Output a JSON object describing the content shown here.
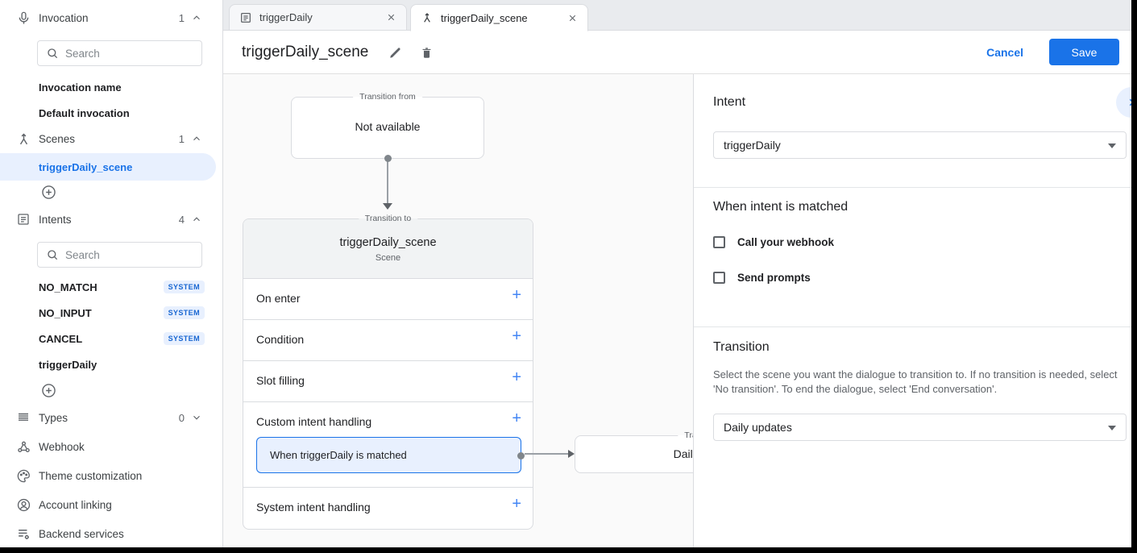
{
  "colors": {
    "accent": "#1a73e8",
    "selection_bg": "#e8f0fe",
    "badge_bg": "#e8f0fe",
    "badge_text": "#1967d2",
    "save_button_bg": "#1a73e8"
  },
  "sidebar": {
    "invocation": {
      "icon": "microphone-icon",
      "label": "Invocation",
      "count": "1",
      "search_placeholder": "Search",
      "items": [
        {
          "label": "Invocation name"
        },
        {
          "label": "Default invocation"
        }
      ]
    },
    "scenes": {
      "icon": "scene-merge-icon",
      "label": "Scenes",
      "count": "1",
      "selected_item": "triggerDaily_scene"
    },
    "intents": {
      "icon": "intent-list-icon",
      "label": "Intents",
      "count": "4",
      "search_placeholder": "Search",
      "items": [
        {
          "label": "NO_MATCH",
          "badge": "SYSTEM"
        },
        {
          "label": "NO_INPUT",
          "badge": "SYSTEM"
        },
        {
          "label": "CANCEL",
          "badge": "SYSTEM"
        },
        {
          "label": "triggerDaily",
          "badge": ""
        }
      ]
    },
    "types": {
      "icon": "types-lines-icon",
      "label": "Types",
      "count": "0"
    },
    "links": [
      {
        "icon": "webhook-icon",
        "label": "Webhook"
      },
      {
        "icon": "palette-icon",
        "label": "Theme customization"
      },
      {
        "icon": "account-circle-icon",
        "label": "Account linking"
      },
      {
        "icon": "backend-services-icon",
        "label": "Backend services"
      }
    ]
  },
  "tabs": [
    {
      "icon": "intent-list-icon",
      "label": "triggerDaily"
    },
    {
      "icon": "scene-merge-icon",
      "label": "triggerDaily_scene"
    }
  ],
  "header": {
    "title": "triggerDaily_scene",
    "cancel_label": "Cancel",
    "save_label": "Save"
  },
  "canvas": {
    "transition_from": {
      "legend": "Transition from",
      "text": "Not available"
    },
    "scene_node": {
      "legend": "Transition to",
      "title": "triggerDaily_scene",
      "subtitle": "Scene",
      "add_symbol": "+",
      "rows": [
        "On enter",
        "Condition",
        "Slot filling",
        "Custom intent handling",
        "System intent handling"
      ],
      "matched_card": "When triggerDaily is matched"
    },
    "target_node": {
      "legend": "Transition to",
      "title": "Daily updates"
    }
  },
  "panel": {
    "intent_heading": "Intent",
    "intent_value": "triggerDaily",
    "matched_heading": "When intent is matched",
    "checkboxes": [
      {
        "label": "Call your webhook",
        "checked": false
      },
      {
        "label": "Send prompts",
        "checked": false
      }
    ],
    "transition_heading": "Transition",
    "transition_desc": "Select the scene you want the dialogue to transition to. If no transition is needed, select 'No transition'. To end the dialogue, select 'End conversation'.",
    "transition_value": "Daily updates"
  }
}
